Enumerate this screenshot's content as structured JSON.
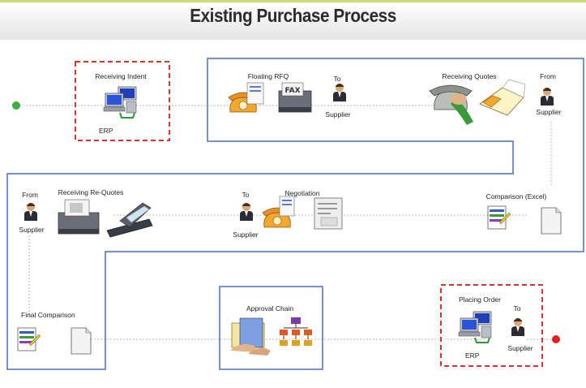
{
  "title": "Existing Purchase Process",
  "stages": {
    "receiving_indent": {
      "label": "Receiving Indent",
      "system": "ERP"
    },
    "floating_rfq": {
      "label": "Floating RFQ",
      "to": "To",
      "party": "Supplier"
    },
    "receiving_quotes": {
      "label": "Receiving Quotes",
      "from": "From",
      "party": "Supplier"
    },
    "comparison_excel": {
      "label": "Comparison (Excel)"
    },
    "negotiation": {
      "label": "Negotiation",
      "to": "To",
      "party": "Supplier"
    },
    "receiving_requotes": {
      "label": "Receiving Re-Quotes",
      "from": "From",
      "party": "Supplier"
    },
    "final_comparison": {
      "label": "Final Comparison"
    },
    "approval_chain": {
      "label": "Approval Chain"
    },
    "placing_order": {
      "label": "Placing Order",
      "to": "To",
      "party": "Supplier",
      "system": "ERP"
    }
  },
  "icons": [
    "computer-icon",
    "telephone-icon",
    "fax-icon",
    "person-icon",
    "document-icon",
    "spreadsheet-icon",
    "scanner-icon",
    "org-chart-icon",
    "handover-icon"
  ],
  "colors": {
    "start_dot": "#3fae3f",
    "end_dot": "#e02020",
    "dashed_box": "#d9342b",
    "flow_box": "#4a6cc8",
    "connector": "#b8b8b8"
  }
}
